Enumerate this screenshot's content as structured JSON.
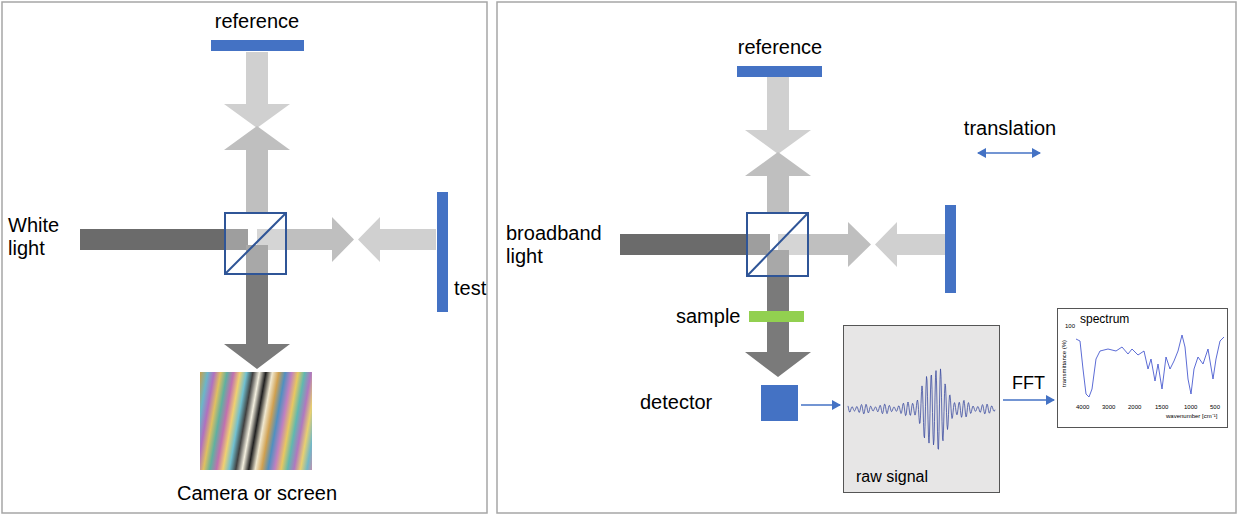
{
  "diagram": {
    "nodes": [
      {
        "text": [
          "detector"
        ]
      },
      {
        "text": [
          "raw signal"
        ]
      },
      {
        "text": [
          "spectrum",
          "100",
          "transmittance (%)",
          "4000",
          "3000",
          "2000",
          "1500",
          "1000",
          "500",
          "wavenumber [cm⁻¹]"
        ]
      }
    ],
    "edges": [
      {
        "from": 0,
        "to": 1,
        "arrow": "to"
      },
      {
        "from": 1,
        "to": 2,
        "label": "FFT",
        "arrow": "to"
      }
    ],
    "labels": [
      "reference",
      "White light",
      "test",
      "Camera or screen",
      "reference",
      "translation",
      "broadband light",
      "sample"
    ]
  }
}
